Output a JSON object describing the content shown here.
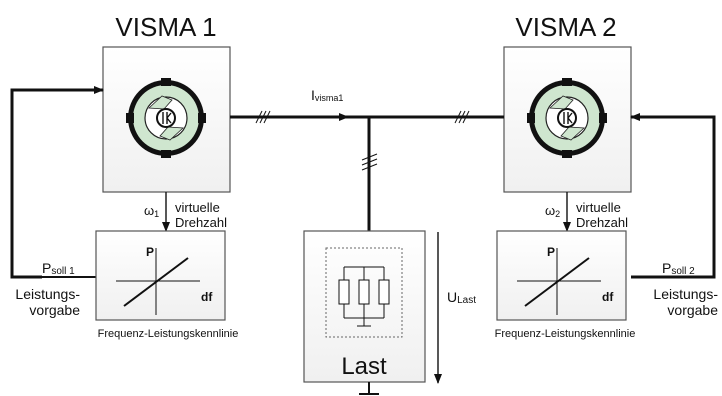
{
  "title_left": "VISMA 1",
  "title_right": "VISMA 2",
  "current_label": {
    "main": "I",
    "sub": "visma1"
  },
  "omega1": {
    "main": "ω",
    "sub": "1"
  },
  "omega2": {
    "main": "ω",
    "sub": "2"
  },
  "virtual_speed_left": [
    "virtuelle",
    "Drehzahl"
  ],
  "virtual_speed_right": [
    "virtuelle",
    "Drehzahl"
  ],
  "kennlinie_axis_y": "P",
  "kennlinie_axis_x": "df",
  "psoll_left": {
    "main": "P",
    "sub": "soll 1"
  },
  "psoll_right": {
    "main": "P",
    "sub": "soll 2"
  },
  "leistung_left": [
    "Leistungs-",
    "vorgabe"
  ],
  "leistung_right": [
    "Leistungs-",
    "vorgabe"
  ],
  "kennlinie_caption_left": "Frequenz-Leistungskennlinie",
  "kennlinie_caption_right": "Frequenz-Leistungskennlinie",
  "load_label": "Last",
  "voltage_label": {
    "main": "U",
    "sub": "Last"
  },
  "colors": {
    "rotor_green": "#cfe6cf",
    "line": "#111111",
    "box_edge": "#555555"
  }
}
